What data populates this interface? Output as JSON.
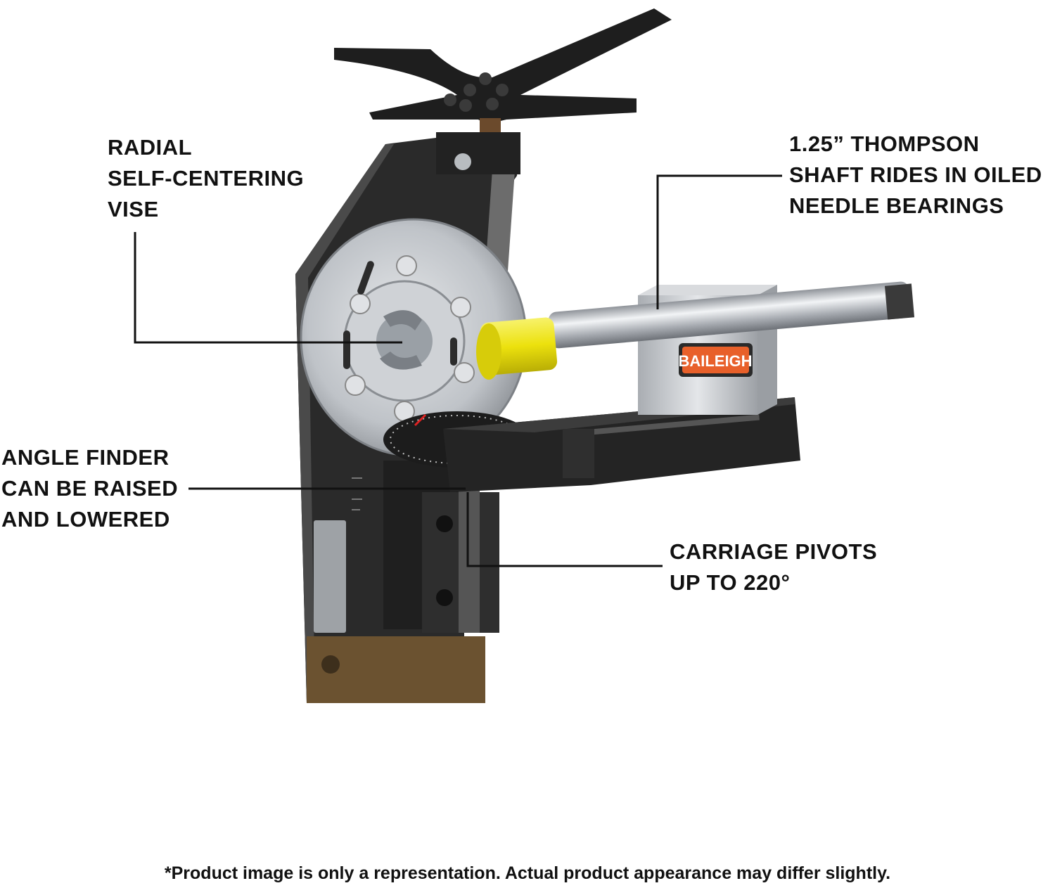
{
  "callouts": {
    "vise": [
      "RADIAL",
      "SELF-CENTERING",
      "VISE"
    ],
    "shaft": [
      "1.25” THOMPSON",
      "SHAFT RIDES IN OILED",
      "NEEDLE BEARINGS"
    ],
    "angle": [
      "ANGLE FINDER",
      "CAN BE RAISED",
      "AND LOWERED"
    ],
    "pivot": [
      "CARRIAGE PIVOTS",
      "UP TO 220°"
    ]
  },
  "brand_logo": "BAILEIGH",
  "disclaimer": "*Product image is only a representation. Actual product appearance may differ slightly.",
  "colors": {
    "steel_dark": "#2b2b2b",
    "zinc": "#c9ccd0",
    "yellow_guide": "#f1e60f",
    "brand_orange": "#e8602a",
    "brass_base": "#6b5230"
  }
}
